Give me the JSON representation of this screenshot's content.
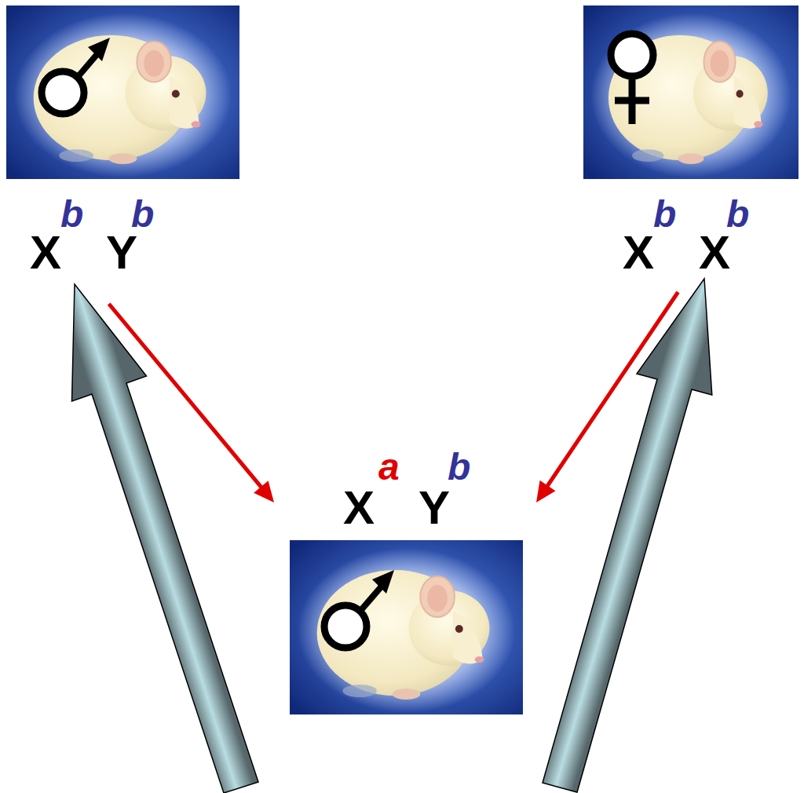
{
  "diagram": {
    "nodes": [
      {
        "text": [
          "X",
          "b",
          "Y",
          "b"
        ]
      },
      {
        "text": [
          "X",
          "b",
          "X",
          "b"
        ]
      },
      {
        "text": [
          "X",
          "a",
          "Y",
          "b"
        ]
      }
    ],
    "edges": [
      {
        "from": 0,
        "to": 2,
        "arrow": "to"
      },
      {
        "from": 1,
        "to": 2,
        "arrow": "to"
      }
    ]
  }
}
